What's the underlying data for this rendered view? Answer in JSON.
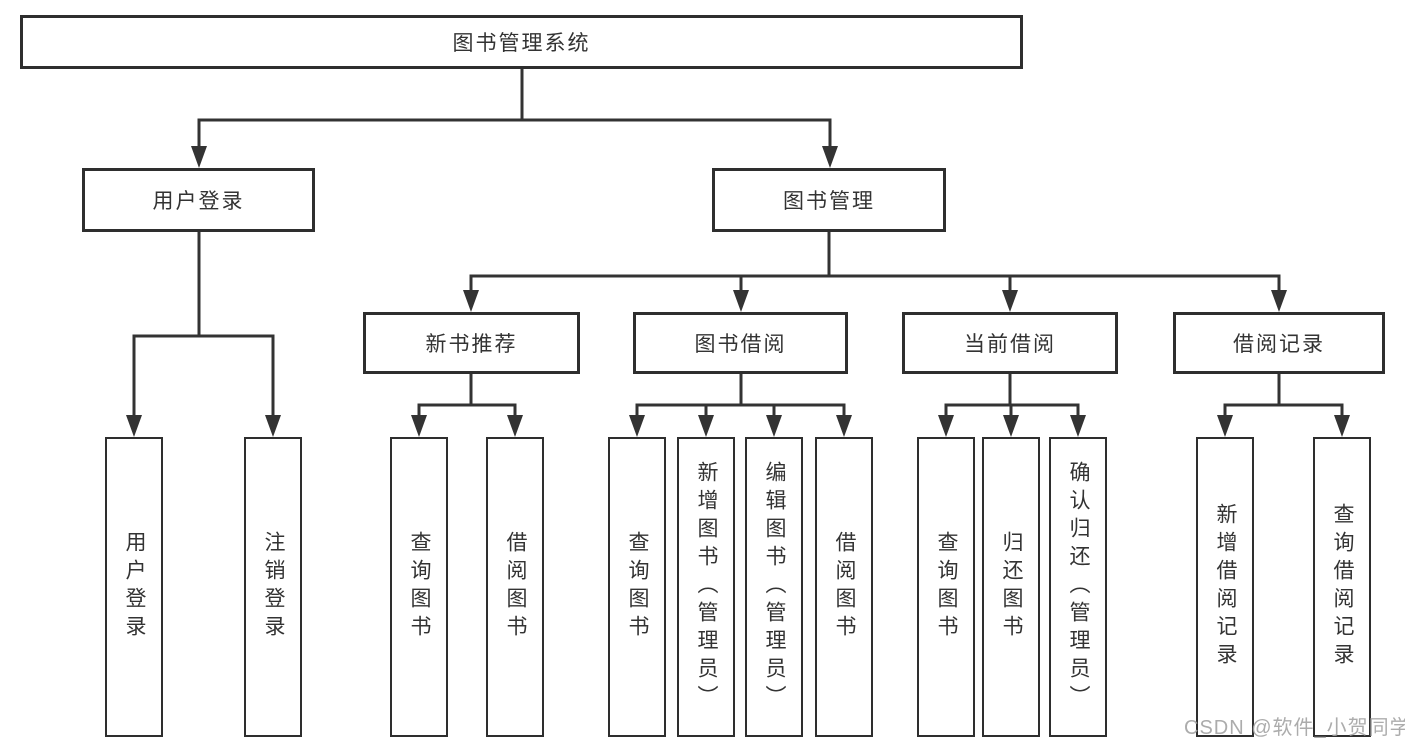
{
  "diagram": {
    "title": "图书管理系统",
    "colors": {
      "line": "#333333",
      "box_border": "#2e2e2e",
      "box_fill": "#ffffff",
      "text": "#333333",
      "watermark": "#a3a3a3",
      "background": "#ffffff"
    },
    "nodes": {
      "root": {
        "label": "图书管理系统"
      },
      "level2": [
        {
          "id": "user-login",
          "label": "用户登录"
        },
        {
          "id": "book-mgmt",
          "label": "图书管理"
        }
      ],
      "level3": [
        {
          "id": "new-book-rec",
          "label": "新书推荐"
        },
        {
          "id": "book-borrow",
          "label": "图书借阅"
        },
        {
          "id": "current-borrow",
          "label": "当前借阅"
        },
        {
          "id": "borrow-records",
          "label": "借阅记录"
        }
      ],
      "leaves": [
        {
          "id": "login",
          "label": "用户登录"
        },
        {
          "id": "logout",
          "label": "注销登录"
        },
        {
          "id": "rec-query-books",
          "label": "查询图书"
        },
        {
          "id": "rec-borrow-books",
          "label": "借阅图书"
        },
        {
          "id": "bb-query-books",
          "label": "查询图书"
        },
        {
          "id": "bb-add-books",
          "label": "新增图书（管理员）"
        },
        {
          "id": "bb-edit-books",
          "label": "编辑图书（管理员）"
        },
        {
          "id": "bb-borrow-books",
          "label": "借阅图书"
        },
        {
          "id": "cb-query-books",
          "label": "查询图书"
        },
        {
          "id": "cb-return-books",
          "label": "归还图书"
        },
        {
          "id": "cb-confirm-return",
          "label": "确认归还（管理员）"
        },
        {
          "id": "br-add-record",
          "label": "新增借阅记录"
        },
        {
          "id": "br-query-record",
          "label": "查询借阅记录"
        }
      ]
    },
    "hierarchy": {
      "图书管理系统": [
        "用户登录",
        "图书管理"
      ],
      "用户登录": [
        "用户登录",
        "注销登录"
      ],
      "图书管理": [
        "新书推荐",
        "图书借阅",
        "当前借阅",
        "借阅记录"
      ],
      "新书推荐": [
        "查询图书",
        "借阅图书"
      ],
      "图书借阅": [
        "查询图书",
        "新增图书（管理员）",
        "编辑图书（管理员）",
        "借阅图书"
      ],
      "当前借阅": [
        "查询图书",
        "归还图书",
        "确认归还（管理员）"
      ],
      "借阅记录": [
        "新增借阅记录",
        "查询借阅记录"
      ]
    },
    "watermark": "CSDN @软件_小贺同学"
  }
}
